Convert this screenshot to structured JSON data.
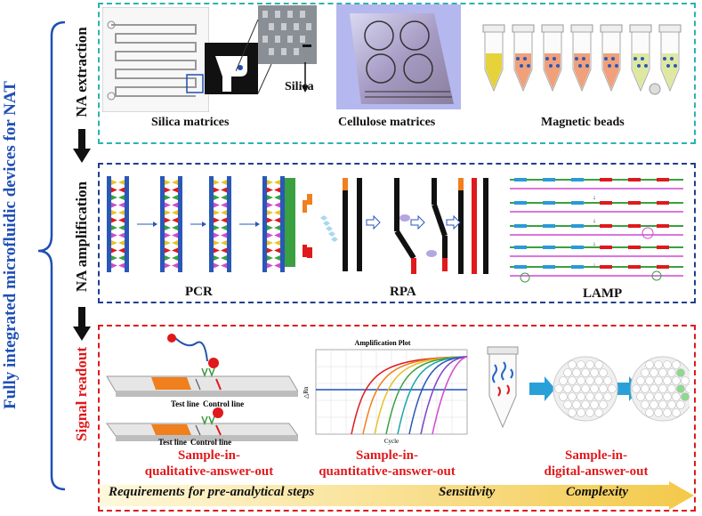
{
  "left_title": "Fully integrated microfluidic devices for NAT",
  "steps": {
    "extraction": "NA extraction",
    "amplification": "NA amplification",
    "readout": "Signal readout"
  },
  "extraction": {
    "silica_label": "Silica matrices",
    "silica_callout": "Silica",
    "cellulose_label": "Cellulose matrices",
    "magnetic_label": "Magnetic beads"
  },
  "amplification": {
    "pcr": "PCR",
    "rpa": "RPA",
    "lamp": "LAMP"
  },
  "readout": {
    "test_line": "Test line",
    "control_line": "Control line",
    "plot_title": "Amplification Plot",
    "plot_xlabel": "Cycle",
    "plot_ylabel": "△Rn",
    "qual": [
      "Sample-in-",
      "qualitative-answer-out"
    ],
    "quant": [
      "Sample-in-",
      "quantitative-answer-out"
    ],
    "digital": [
      "Sample-in-",
      "digital-answer-out"
    ]
  },
  "bottom": {
    "req": "Requirements for pre-analytical steps",
    "sensitivity": "Sensitivity",
    "complexity": "Complexity"
  },
  "colors": {
    "title_blue": "#1f4fb4",
    "teal": "#2bb3b3",
    "navy": "#1f3f8f",
    "red": "#e0191c"
  }
}
